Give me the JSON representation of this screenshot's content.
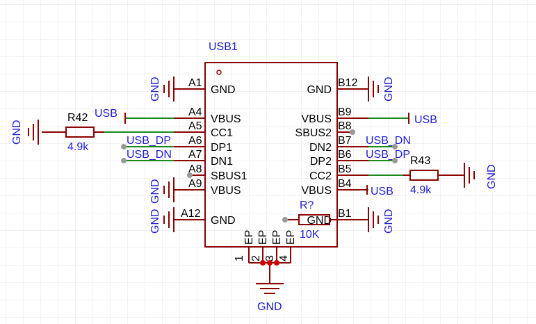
{
  "ic": {
    "designator": "USB1",
    "left_pins": [
      {
        "num": "A1",
        "name": "GND"
      },
      {
        "num": "A4",
        "name": "VBUS"
      },
      {
        "num": "A5",
        "name": "CC1"
      },
      {
        "num": "A6",
        "name": "DP1"
      },
      {
        "num": "A7",
        "name": "DN1"
      },
      {
        "num": "A8",
        "name": "SBUS1"
      },
      {
        "num": "A9",
        "name": "VBUS"
      },
      {
        "num": "A12",
        "name": "GND"
      }
    ],
    "right_pins": [
      {
        "num": "B12",
        "name": "GND"
      },
      {
        "num": "B9",
        "name": "VBUS"
      },
      {
        "num": "B8",
        "name": "SBUS2"
      },
      {
        "num": "B7",
        "name": "DN2"
      },
      {
        "num": "B6",
        "name": "DP2"
      },
      {
        "num": "B5",
        "name": "CC2"
      },
      {
        "num": "B4",
        "name": "VBUS"
      },
      {
        "num": "B1",
        "name": "GND"
      }
    ],
    "ep_pins": [
      {
        "num": "1",
        "name": "EP"
      },
      {
        "num": "2",
        "name": "EP"
      },
      {
        "num": "3",
        "name": "EP"
      },
      {
        "num": "4",
        "name": "EP"
      }
    ]
  },
  "resistors": {
    "r42": {
      "ref": "R42",
      "value": "4.9k"
    },
    "r43": {
      "ref": "R43",
      "value": "4.9k"
    },
    "rq": {
      "ref": "R?",
      "value": "10K"
    }
  },
  "net_labels": {
    "usb_left": "USB",
    "usb_dp_left": "USB_DP",
    "usb_dn_left": "USB_DN",
    "usb_right_top": "USB",
    "usb_dn_right": "USB_DN",
    "usb_dp_right": "USB_DP",
    "usb_right_bottom": "USB"
  },
  "gnd_labels": {
    "gnd_a1": "GND",
    "gnd_a9": "GND",
    "gnd_a12": "GND",
    "gnd_r42": "GND",
    "gnd_b12": "GND",
    "gnd_b1": "GND",
    "gnd_r43": "GND",
    "gnd_bottom": "GND"
  },
  "colors": {
    "wire": "#1a8a1a",
    "symbol": "#8b0000",
    "net_label": "#2020d0",
    "pin_text": "#000000"
  }
}
